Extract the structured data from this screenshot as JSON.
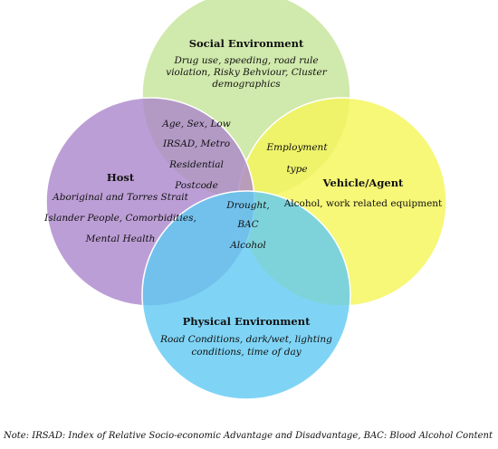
{
  "colors": {
    "social": "#c9e6a0",
    "vehicle": "#f5f55a",
    "host": "#ab86cc",
    "physical": "#5fc9f2",
    "outline": "#ffffff"
  },
  "circles": {
    "social": {
      "title": "Social Environment",
      "lines": [
        "Drug use, speeding, road rule",
        "violation, Risky Behviour, Cluster",
        "demographics"
      ]
    },
    "host": {
      "title": "Host",
      "lines": [
        "Aboriginal and Torres Strait",
        "Islander People, Comorbidities,",
        "Mental Health"
      ]
    },
    "vehicle": {
      "title": "Vehicle/Agent",
      "lines": [
        "Alcohol, work related equipment"
      ]
    },
    "physical": {
      "title": "Physical Environment",
      "lines": [
        "Road Conditions, dark/wet, lighting",
        "conditions, time of day"
      ]
    }
  },
  "overlaps": {
    "social_host": [
      "Age, Sex, Low",
      "IRSAD, Metro",
      "Residential",
      "Postcode"
    ],
    "social_vehicle": [
      "Employment",
      "type"
    ],
    "center": [
      "Drought,",
      "BAC",
      "Alcohol"
    ]
  },
  "note": "Note: IRSAD: Index of Relative Socio-economic Advantage and Disadvantage, BAC: Blood Alcohol Content"
}
